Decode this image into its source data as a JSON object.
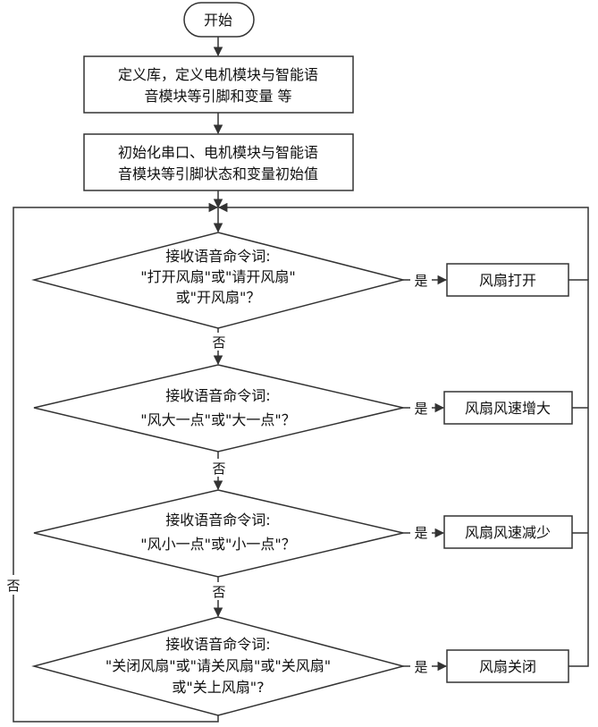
{
  "nodes": {
    "start": {
      "lines": [
        "开始"
      ]
    },
    "define": {
      "lines": [
        "定义库，定义电机模块与智能语",
        "音模块等引脚和变量 等"
      ]
    },
    "init": {
      "lines": [
        "初始化串口、电机模块与智能语",
        "音模块等引脚状态和变量初始值"
      ]
    },
    "d1": {
      "lines": [
        "接收语音命令词:",
        "\"打开风扇\"或\"请开风扇\"",
        "或\"开风扇\"？"
      ]
    },
    "a1": {
      "lines": [
        "风扇打开"
      ]
    },
    "d2": {
      "lines": [
        "接收语音命令词:",
        "\"风大一点\"或\"大一点\"？"
      ]
    },
    "a2": {
      "lines": [
        "风扇风速增大"
      ]
    },
    "d3": {
      "lines": [
        "接收语音命令词:",
        "\"风小一点\"或\"小一点\"？"
      ]
    },
    "a3": {
      "lines": [
        "风扇风速减少"
      ]
    },
    "d4": {
      "lines": [
        "接收语音命令词:",
        "\"关闭风扇\"或\"请关风扇\"或\"关风扇\"",
        "或\"关上风扇\"?"
      ]
    },
    "a4": {
      "lines": [
        "风扇关闭"
      ]
    }
  },
  "edge_labels": {
    "yes": "是",
    "no": "否"
  }
}
